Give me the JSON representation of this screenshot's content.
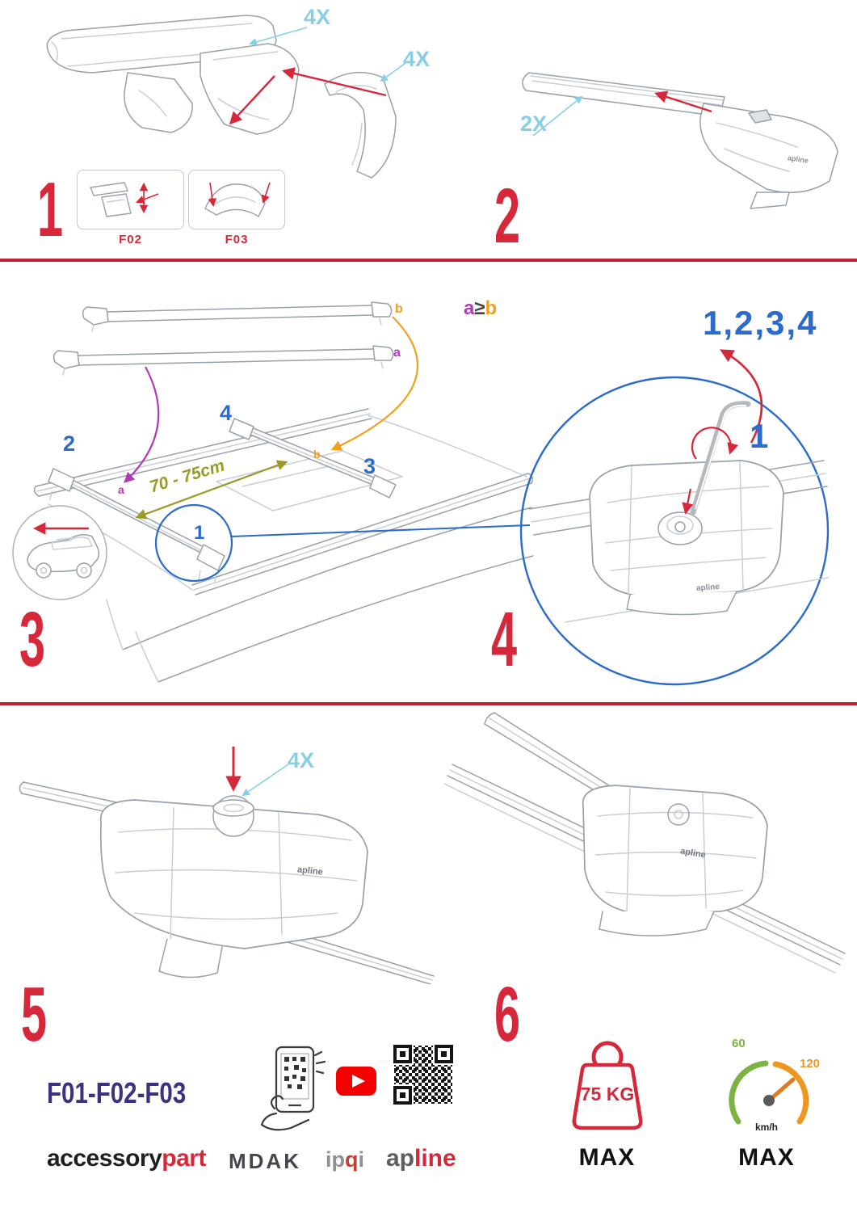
{
  "step1": {
    "number": "1",
    "qty_bolt": "4X",
    "qty_cover": "4X",
    "box_f02": "F02",
    "box_f03": "F03"
  },
  "step2": {
    "number": "2",
    "qty": "2X"
  },
  "step3": {
    "number": "3",
    "bar_a": "a",
    "bar_b": "b",
    "rule_a": "a",
    "rule_op": "≥",
    "rule_b": "b",
    "pos1": "1",
    "pos2": "2",
    "pos3": "3",
    "pos4": "4",
    "roof_a": "a",
    "roof_b": "b",
    "distance": "70 - 75cm"
  },
  "step4": {
    "number": "4",
    "sequence": "1,2,3,4",
    "first": "1"
  },
  "step5": {
    "number": "5",
    "qty": "4X",
    "models": "F01-F02-F03"
  },
  "step6": {
    "number": "6",
    "weight_value": "75 KG",
    "weight_max": "MAX",
    "speed_low": "60",
    "speed_high": "120",
    "speed_unit": "km/h",
    "speed_max": "MAX"
  },
  "brands": {
    "accessory": "accessory",
    "part": "part",
    "mdak": "MDAK",
    "ip": "ip",
    "q": "q",
    "i": "i",
    "ap": "ap",
    "line": "line"
  },
  "misc": {
    "clamp_logo": "apline"
  }
}
